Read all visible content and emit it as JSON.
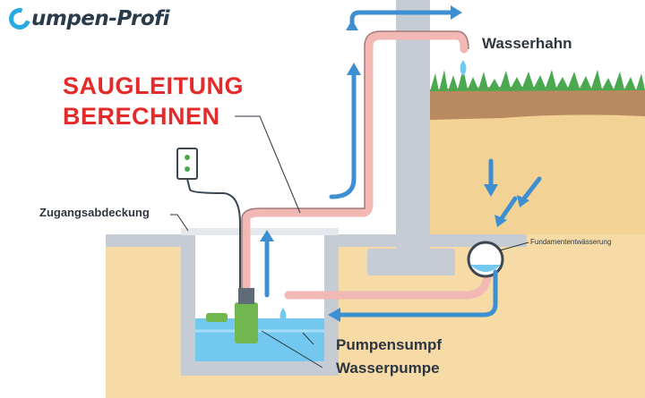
{
  "logo": {
    "text": "umpen-Profi",
    "icon": "pump-p-logo-icon",
    "accent": "#27a9e1"
  },
  "headline": {
    "line1": "SAUGLEITUNG",
    "line2": "BERECHNEN",
    "color": "#e52a2a"
  },
  "labels": {
    "faucet": "Wasserhahn",
    "access_cover": "Zugangsabdeckung",
    "foundation_drain": "Fundamententwässerung",
    "sump": "Pumpensumpf",
    "pump": "Wasserpumpe"
  },
  "colors": {
    "soil": "#f6dba6",
    "soil_top": "#b98a5f",
    "wall": "#c5ccd4",
    "pipe": "#f2b8b4",
    "arrow": "#3d8fd1",
    "water": "#73c8ef"
  }
}
